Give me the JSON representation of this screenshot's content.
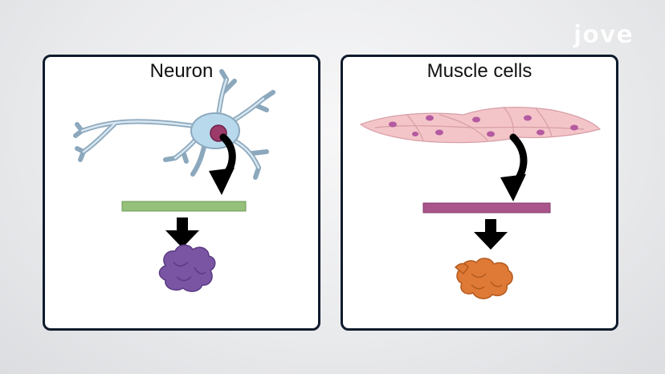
{
  "logo": {
    "text": "jove"
  },
  "panels": [
    {
      "title": "Neuron",
      "bar_color": "#94c07a",
      "protein_color": "#7a55a3"
    },
    {
      "title": "Muscle cells",
      "bar_color": "#a9548b",
      "protein_color": "#de7a36"
    }
  ],
  "colors": {
    "border": "#0f1a2c",
    "arrow": "#000000",
    "neuron_body": "#b8d9ec",
    "nucleus_neuron": "#9c3a6a",
    "muscle_cell": "#f3c5c9",
    "muscle_nucleus": "#b45aa0"
  }
}
